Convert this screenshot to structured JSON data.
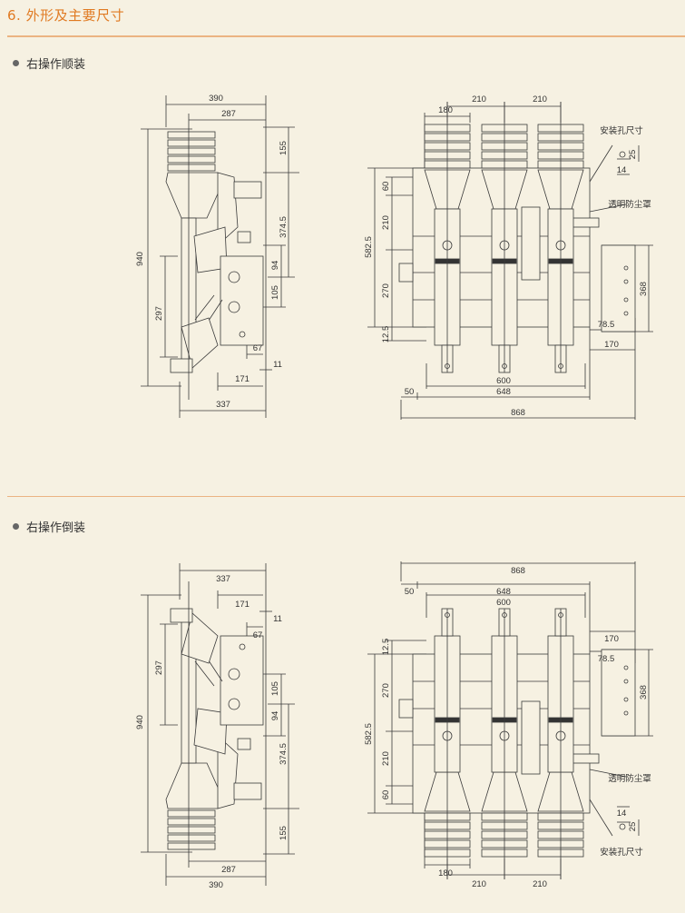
{
  "header": {
    "title": "6. 外形及主要尺寸",
    "accent_color": "#e07a22"
  },
  "sections": [
    {
      "label": "右操作顺装",
      "side_view": {
        "w390": "390",
        "w287": "287",
        "h155": "155",
        "h374_5": "374.5",
        "h940": "940",
        "h94": "94",
        "h105": "105",
        "h297": "297",
        "w67": "67",
        "w11": "11",
        "w171": "171",
        "w337": "337"
      },
      "front_view": {
        "p210a": "210",
        "p210b": "210",
        "w180": "180",
        "hole_label": "安装孔尺寸",
        "h25": "25",
        "w14": "14",
        "cover_label": "透明防尘罩",
        "h60": "60",
        "h210": "210",
        "h582_5": "582.5",
        "h270": "270",
        "h368": "368",
        "w78_5": "78.5",
        "h12_5": "12.5",
        "w170": "170",
        "w600": "600",
        "w50": "50",
        "w648": "648",
        "w868": "868"
      }
    },
    {
      "label": "右操作倒装",
      "side_view": {
        "w390": "390",
        "w287": "287",
        "h155": "155",
        "h374_5": "374.5",
        "h940": "940",
        "h94": "94",
        "h105": "105",
        "h297": "297",
        "w67": "67",
        "w11": "11",
        "w171": "171",
        "w337": "337"
      },
      "front_view": {
        "p210a": "210",
        "p210b": "210",
        "w180": "180",
        "hole_label": "安装孔尺寸",
        "h25": "25",
        "w14": "14",
        "cover_label": "透明防尘罩",
        "h60": "60",
        "h210": "210",
        "h582_5": "582.5",
        "h270": "270",
        "h368": "368",
        "w78_5": "78.5",
        "h12_5": "12.5",
        "w170": "170",
        "w600": "600",
        "w50": "50",
        "w648": "648",
        "w868": "868"
      }
    }
  ]
}
